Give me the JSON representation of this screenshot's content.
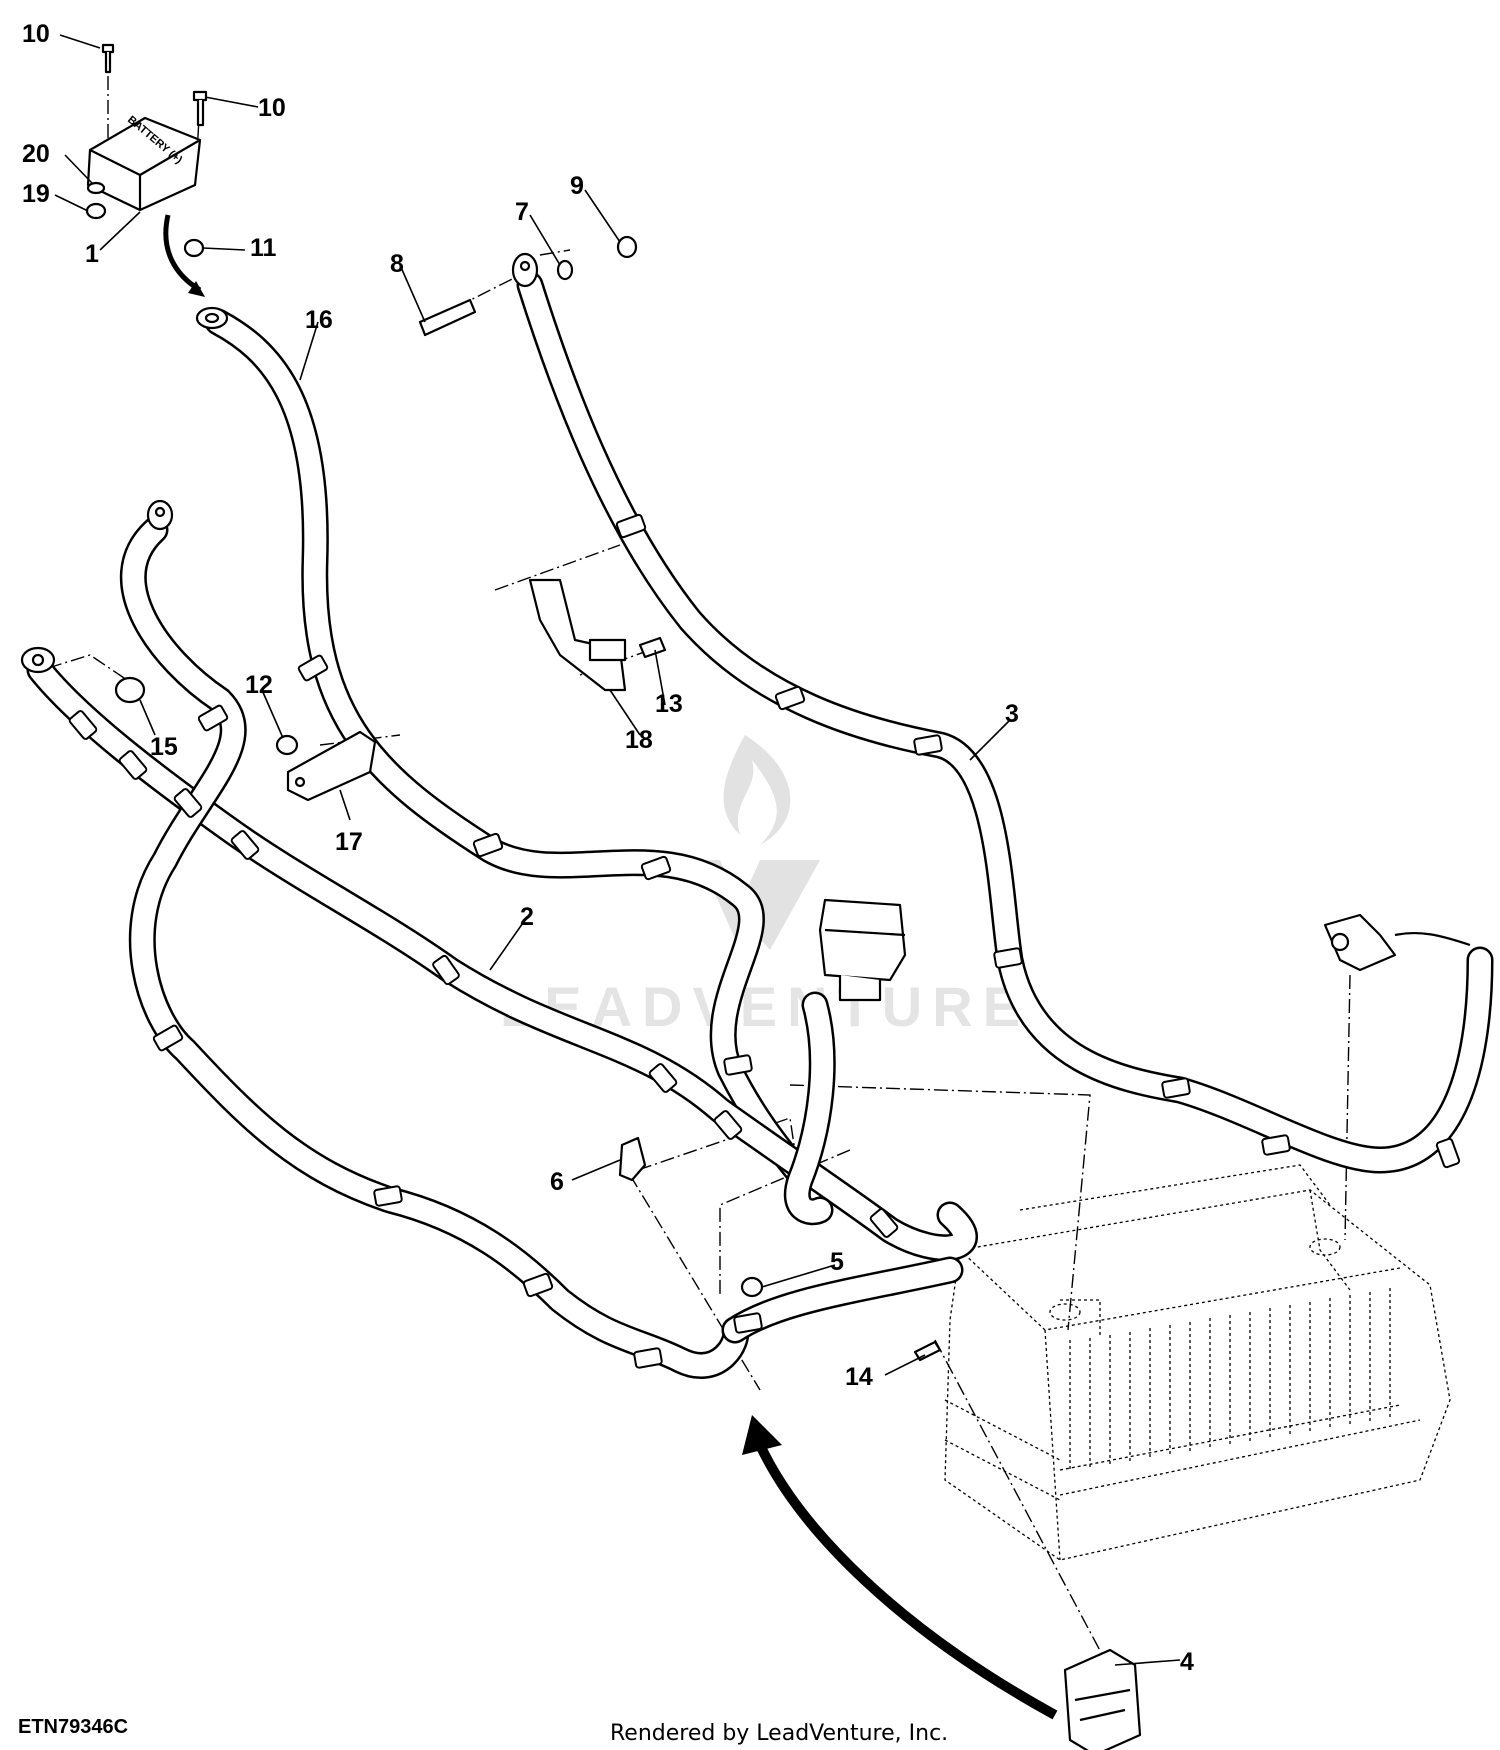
{
  "diagram_code": "ETN79346C",
  "footer_text": "Rendered by LeadVenture, Inc.",
  "watermark_text": "LEADVENTURE",
  "battery_label": "BATTERY (+)",
  "callouts": {
    "c1": "1",
    "c2": "2",
    "c3": "3",
    "c4": "4",
    "c5": "5",
    "c6": "6",
    "c7": "7",
    "c8": "8",
    "c9": "9",
    "c10a": "10",
    "c10b": "10",
    "c11": "11",
    "c12": "12",
    "c13": "13",
    "c14": "14",
    "c15": "15",
    "c16": "16",
    "c17": "17",
    "c18": "18",
    "c19": "19",
    "c20": "20"
  },
  "colors": {
    "line": "#000000",
    "background": "#ffffff",
    "watermark": "#e2e2e2"
  }
}
